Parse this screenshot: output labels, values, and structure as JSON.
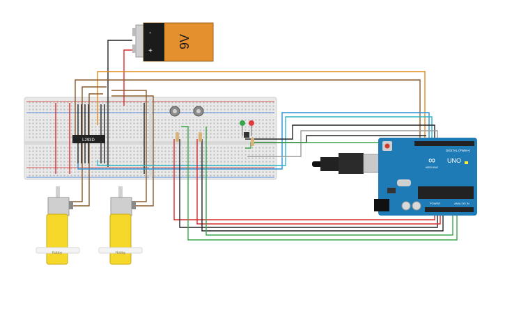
{
  "battery": {
    "voltage_label": "9V",
    "minus_label": "-",
    "plus_label": "+"
  },
  "driver_ic": {
    "label": "L293D"
  },
  "motors": [
    {
      "label": "Hobby"
    },
    {
      "label": "Hobby"
    }
  ],
  "arduino": {
    "brand": "ARDUINO",
    "model": "UNO",
    "digital_label": "DIGITAL (PWM~)",
    "power_label": "POWER",
    "analog_label": "ANALOG IN"
  },
  "colors": {
    "wire_red": "#d62a2a",
    "wire_black": "#222222",
    "wire_orange": "#e08a1e",
    "wire_brown": "#8a5a2b",
    "wire_blue": "#2a8fd6",
    "wire_green": "#3aa64a",
    "wire_grey": "#9a9a9a",
    "wire_teal": "#2bb3c6",
    "board_blue": "#1f7bb5",
    "motor_yellow": "#f6d82a",
    "battery_orange": "#e5902e"
  }
}
